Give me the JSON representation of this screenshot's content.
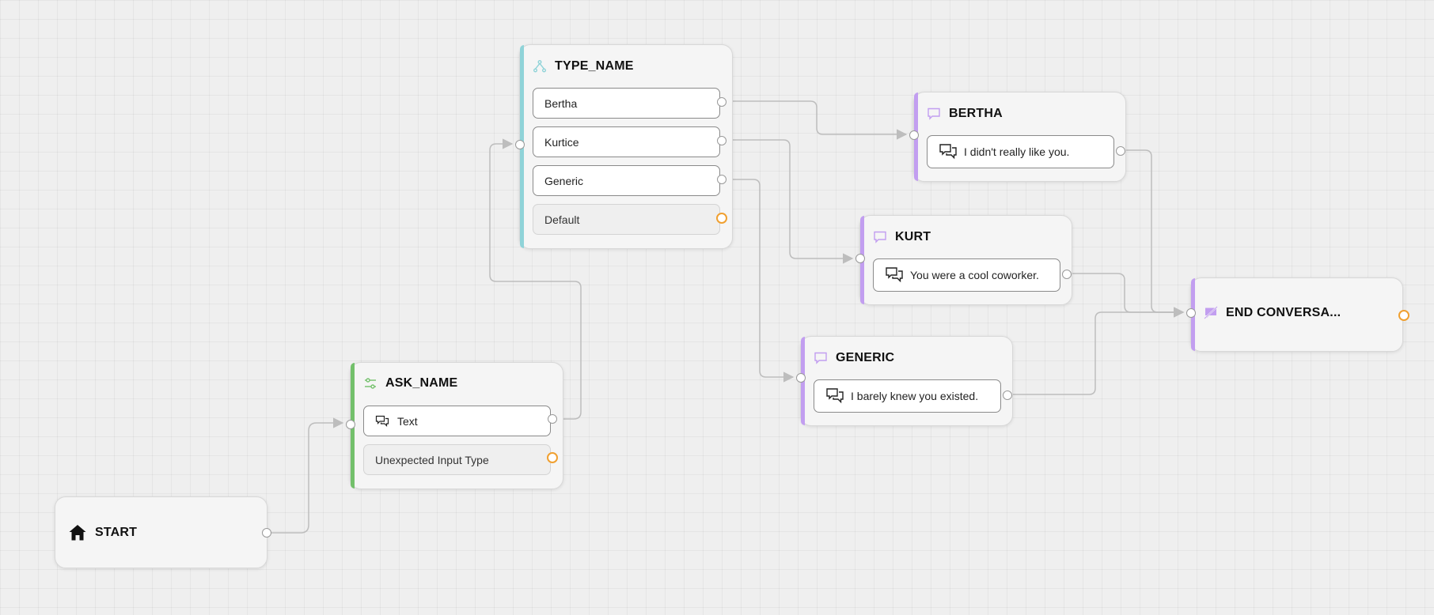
{
  "colors": {
    "accent_green": "#73c06b",
    "accent_teal": "#8fd3d8",
    "accent_purple": "#c29ef0",
    "port_orange": "#f0a030",
    "edge_gray": "#bdbdbd"
  },
  "nodes": {
    "start": {
      "title": "START",
      "icon": "home-icon"
    },
    "ask_name": {
      "title": "ASK_NAME",
      "icon": "input-settings-icon",
      "rows": {
        "text": "Text",
        "unexpected": "Unexpected Input Type"
      }
    },
    "type_name": {
      "title": "TYPE_NAME",
      "icon": "branch-icon",
      "rows": {
        "bertha": "Bertha",
        "kurtice": "Kurtice",
        "generic": "Generic",
        "default": "Default"
      }
    },
    "bertha": {
      "title": "BERTHA",
      "icon": "message-icon",
      "message": "I didn't really like you."
    },
    "kurt": {
      "title": "KURT",
      "icon": "message-icon",
      "message": "You were a cool coworker."
    },
    "generic": {
      "title": "GENERIC",
      "icon": "message-icon",
      "message": "I barely knew you existed."
    },
    "end": {
      "title": "END CONVERSA...",
      "icon": "end-conversation-icon"
    }
  },
  "edges": [
    {
      "from": "start",
      "to": "ask_name"
    },
    {
      "from": "ask_name.text",
      "to": "type_name"
    },
    {
      "from": "type_name.bertha",
      "to": "bertha"
    },
    {
      "from": "type_name.kurtice",
      "to": "kurt"
    },
    {
      "from": "type_name.generic",
      "to": "generic"
    },
    {
      "from": "bertha",
      "to": "end"
    },
    {
      "from": "kurt",
      "to": "end"
    },
    {
      "from": "generic",
      "to": "end"
    }
  ]
}
